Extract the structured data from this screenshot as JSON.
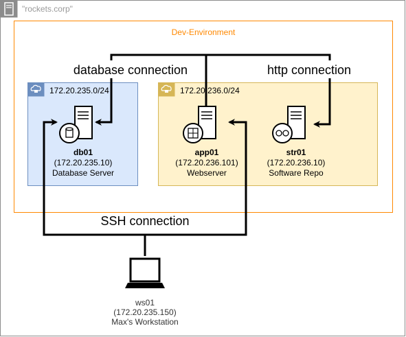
{
  "corp": {
    "label": "\"rockets.corp\""
  },
  "dev_env": {
    "label": "Dev-Environment",
    "color": "#FF8800"
  },
  "subnets": [
    {
      "cidr": "172.20.235.0/24",
      "fill": "#DAE8FC",
      "stroke": "#6C8EBF",
      "icon": "cloud-lock-icon"
    },
    {
      "cidr": "172.20.236.0/24",
      "fill": "#FFF2CC",
      "stroke": "#D6B656",
      "icon": "cloud-lock-icon"
    }
  ],
  "nodes": {
    "db01": {
      "name": "db01",
      "ip": "(172.20.235.10)",
      "role": "Database Server",
      "icon": "database-server-icon"
    },
    "app01": {
      "name": "app01",
      "ip": "(172.20.236.101)",
      "role": "Webserver",
      "icon": "web-server-icon"
    },
    "str01": {
      "name": "str01",
      "ip": "(172.20.236.10)",
      "role": "Software Repo",
      "icon": "storage-server-icon"
    },
    "ws01": {
      "name": "ws01",
      "ip": "(172.20.235.150)",
      "role": "Max's Workstation",
      "icon": "laptop-icon"
    }
  },
  "connections": {
    "database": "database connection",
    "http": "http connection",
    "ssh": "SSH connection"
  }
}
